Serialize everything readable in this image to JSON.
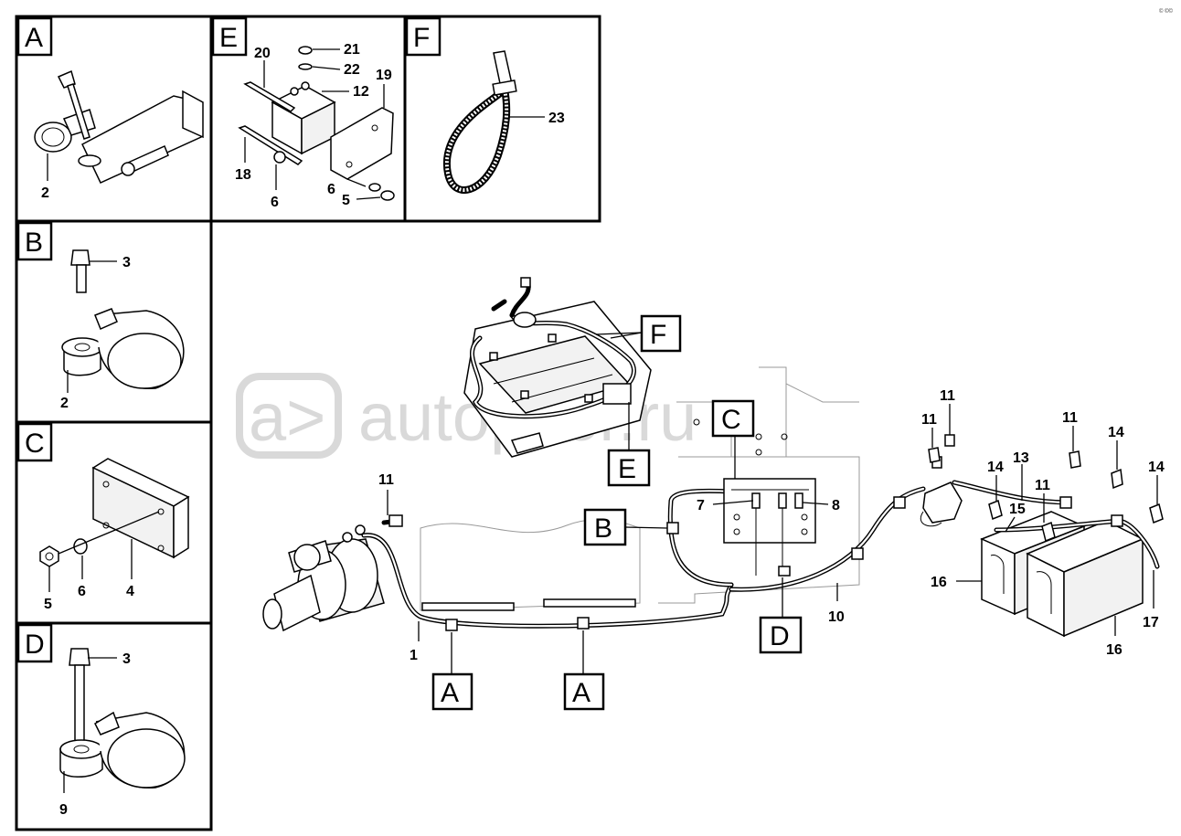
{
  "watermark": {
    "logo_glyph": "a>",
    "text": "autopiter.ru"
  },
  "corner_text": "© ©©",
  "detail_panels": [
    {
      "tag": "A",
      "numbers": [
        "2"
      ]
    },
    {
      "tag": "E",
      "numbers": [
        "20",
        "21",
        "22",
        "12",
        "19",
        "18",
        "6",
        "6",
        "5"
      ]
    },
    {
      "tag": "F",
      "numbers": [
        "23"
      ]
    },
    {
      "tag": "B",
      "numbers": [
        "3",
        "2"
      ]
    },
    {
      "tag": "C",
      "numbers": [
        "5",
        "6",
        "4"
      ]
    },
    {
      "tag": "D",
      "numbers": [
        "3",
        "9"
      ]
    }
  ],
  "main_view": {
    "callout_tags": [
      "F",
      "C",
      "E",
      "B",
      "D",
      "A",
      "A"
    ],
    "numbers": [
      "11",
      "7",
      "8",
      "1",
      "10",
      "11",
      "11",
      "11",
      "13",
      "14",
      "11",
      "14",
      "14",
      "15",
      "16",
      "16",
      "17"
    ]
  }
}
